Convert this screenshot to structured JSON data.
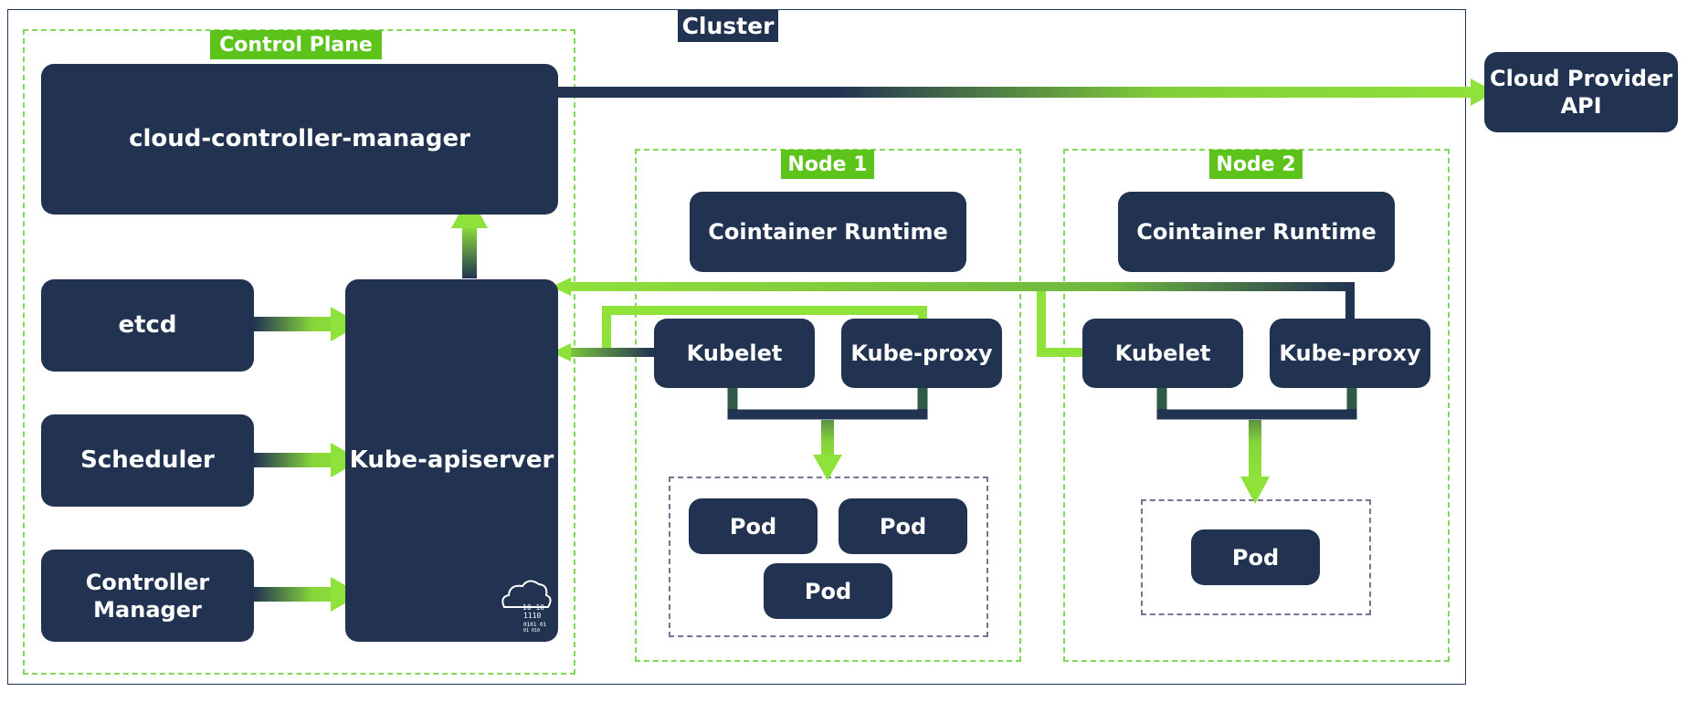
{
  "cluster": {
    "label": "Cluster"
  },
  "control_plane": {
    "label": "Control Plane",
    "cloud_controller_manager": "cloud-controller-manager",
    "etcd": "etcd",
    "scheduler": "Scheduler",
    "controller_manager_line1": "Controller",
    "controller_manager_line2": "Manager",
    "kube_apiserver": "Kube-apiserver",
    "apiserver_icon": "cloud-binary-icon"
  },
  "cloud_provider": {
    "line1": "Cloud Provider",
    "line2": "API"
  },
  "node1": {
    "label": "Node 1",
    "runtime": "Cointainer Runtime",
    "kubelet": "Kubelet",
    "kube_proxy": "Kube-proxy",
    "pods": [
      "Pod",
      "Pod",
      "Pod"
    ]
  },
  "node2": {
    "label": "Node 2",
    "runtime": "Cointainer Runtime",
    "kubelet": "Kubelet",
    "kube_proxy": "Kube-proxy",
    "pods": [
      "Pod"
    ]
  },
  "colors": {
    "navy": "#223352",
    "green": "#7ed957",
    "label_green": "#5cc31a"
  }
}
